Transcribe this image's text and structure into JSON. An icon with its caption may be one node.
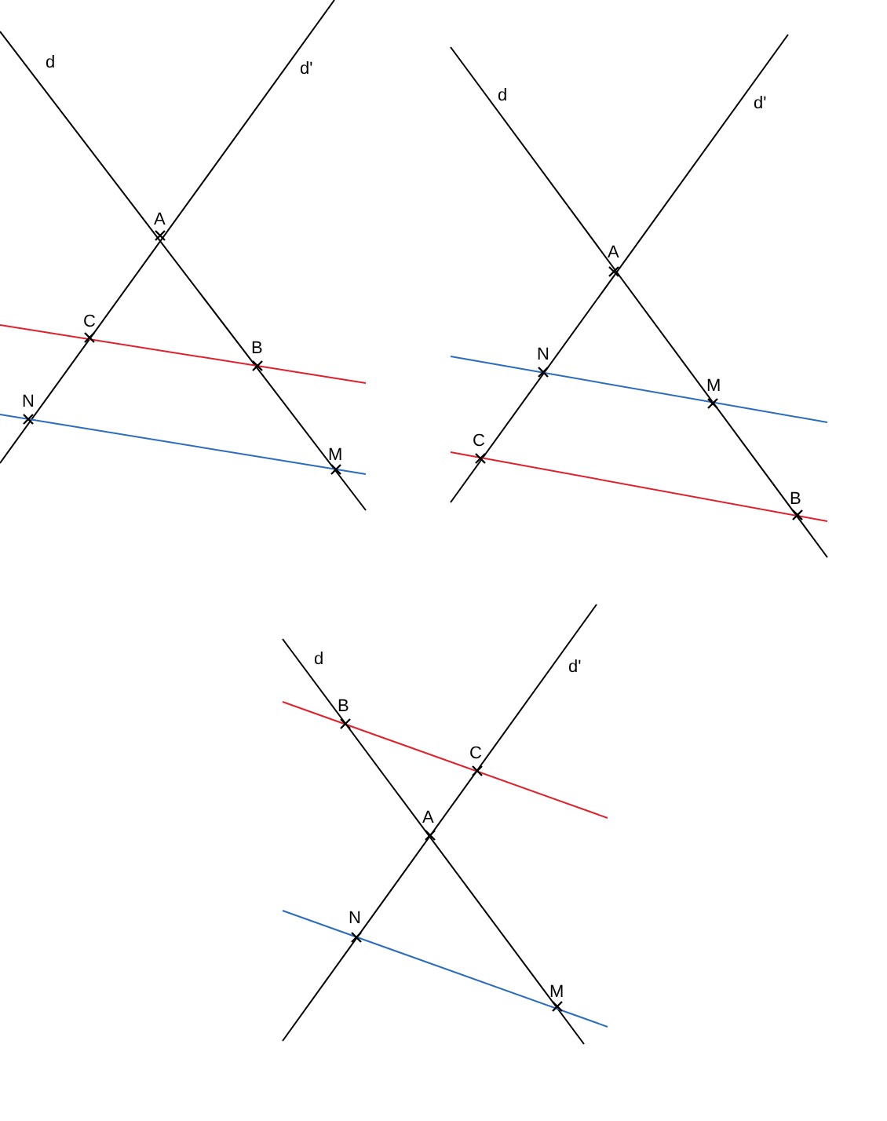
{
  "diagram": {
    "labels": [
      "d",
      "d'",
      "A",
      "C",
      "B",
      "N",
      "M",
      "d",
      "d'",
      "A",
      "N",
      "M",
      "C",
      "B",
      "d",
      "B",
      "d'",
      "C",
      "A",
      "N",
      "M"
    ]
  }
}
